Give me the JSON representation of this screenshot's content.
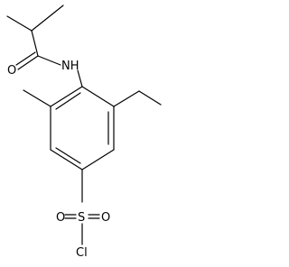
{
  "molecule": {
    "atom_labels": {
      "amide_oxygen": "O",
      "amide_nitrogen": "NH",
      "sulfonyl_oxygen_left": "O",
      "sulfonyl_sulfur": "S",
      "sulfonyl_oxygen_right": "O",
      "chlorine": "Cl"
    }
  }
}
